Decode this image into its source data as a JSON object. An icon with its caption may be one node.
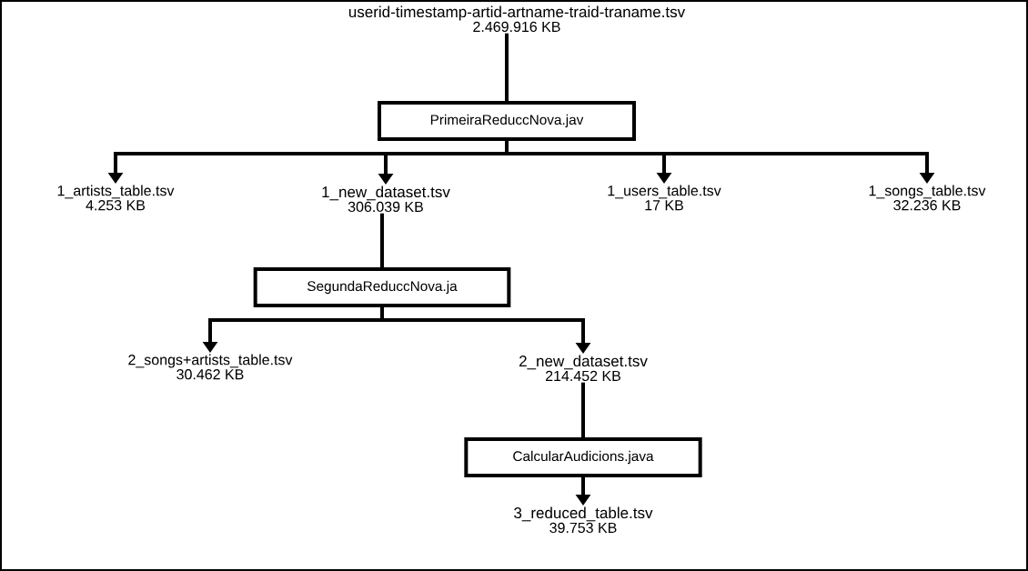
{
  "diagram": {
    "nodes": [
      {
        "text": [
          "userid-timestamp-artid-artname-traid-traname.tsv",
          "2.469.916 KB"
        ]
      },
      {
        "text": [
          "PrimeiraReduccNova.jav"
        ]
      },
      {
        "text": [
          "1_artists_table.tsv",
          "4.253 KB"
        ]
      },
      {
        "text": [
          "1_new_dataset.tsv",
          "306.039 KB"
        ]
      },
      {
        "text": [
          "1_users_table.tsv",
          "17 KB"
        ]
      },
      {
        "text": [
          "1_songs_table.tsv",
          "32.236 KB"
        ]
      },
      {
        "text": [
          "SegundaReduccNova.ja"
        ]
      },
      {
        "text": [
          "2_songs+artists_table.tsv",
          "30.462 KB"
        ]
      },
      {
        "text": [
          "2_new_dataset.tsv",
          "214.452 KB"
        ]
      },
      {
        "text": [
          "CalcularAudicions.java"
        ]
      },
      {
        "text": [
          "3_reduced_table.tsv",
          "39.753 KB"
        ]
      }
    ],
    "edges": [
      {
        "from": 0,
        "to": 1,
        "arrow": "none"
      },
      {
        "from": 1,
        "to": 2,
        "arrow": "to"
      },
      {
        "from": 1,
        "to": 3,
        "arrow": "to"
      },
      {
        "from": 1,
        "to": 4,
        "arrow": "to"
      },
      {
        "from": 1,
        "to": 5,
        "arrow": "to"
      },
      {
        "from": 3,
        "to": 6,
        "arrow": "none"
      },
      {
        "from": 6,
        "to": 7,
        "arrow": "to"
      },
      {
        "from": 6,
        "to": 8,
        "arrow": "to"
      },
      {
        "from": 8,
        "to": 9,
        "arrow": "none"
      },
      {
        "from": 9,
        "to": 10,
        "arrow": "to"
      }
    ]
  }
}
